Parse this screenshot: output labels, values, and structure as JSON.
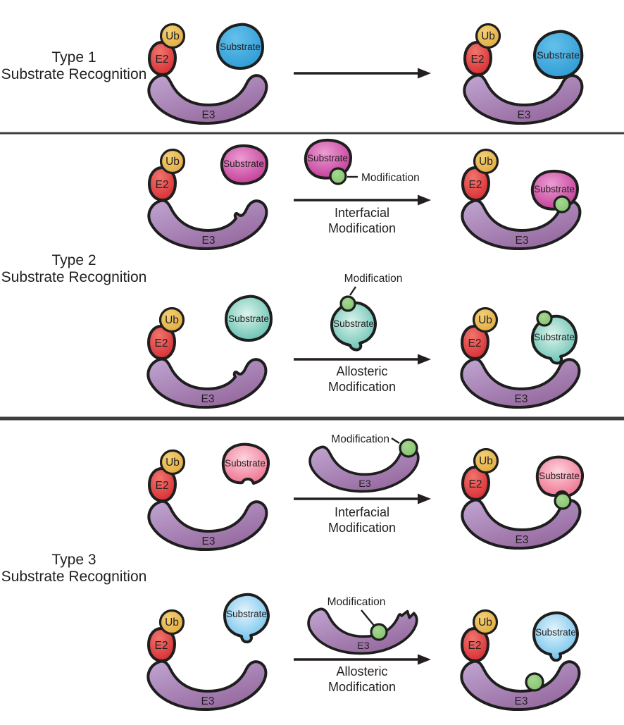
{
  "figure": {
    "background": "#ffffff"
  },
  "labels": {
    "ub": "Ub",
    "e2": "E2",
    "e3": "E3",
    "substrate": "Substrate",
    "modification": "Modification"
  },
  "colors": {
    "outline": "#1e1e1e",
    "text": "#231f20",
    "arrow": "#231f20",
    "divider": "#3d3d3d",
    "ub": {
      "light": "#f2cf74",
      "dark": "#e0a93f"
    },
    "e2": {
      "light": "#f0756d",
      "dark": "#d5262d"
    },
    "e3": {
      "light": "#c0a5d1",
      "dark": "#95689e"
    },
    "substrate_type1": {
      "light": "#64c0ea",
      "dark": "#2a99d4"
    },
    "substrate_type2_interfacial": {
      "light": "#ec9cd3",
      "dark": "#bc3190"
    },
    "substrate_type2_allosteric": {
      "light": "#ddf4ec",
      "dark": "#47b3a1"
    },
    "substrate_type3_interfacial": {
      "light": "#fcd3dd",
      "dark": "#ec5f80"
    },
    "substrate_type3_allosteric": {
      "light": "#e4f4fd",
      "dark": "#52b5e6"
    },
    "modification": {
      "light": "#a5d790",
      "dark": "#7fc069"
    }
  },
  "sections": [
    {
      "title_line1": "Type 1",
      "title_line2": "Substrate Recognition",
      "rows": []
    },
    {
      "title_line1": "Type 2",
      "title_line2": "Substrate Recognition",
      "rows": [
        {
          "caption_line1": "Interfacial",
          "caption_line2": "Modification"
        },
        {
          "caption_line1": "Allosteric",
          "caption_line2": "Modification"
        }
      ]
    },
    {
      "title_line1": "Type 3",
      "title_line2": "Substrate Recognition",
      "rows": [
        {
          "caption_line1": "Interfacial",
          "caption_line2": "Modification"
        },
        {
          "caption_line1": "Allosteric",
          "caption_line2": "Modification"
        }
      ]
    }
  ]
}
